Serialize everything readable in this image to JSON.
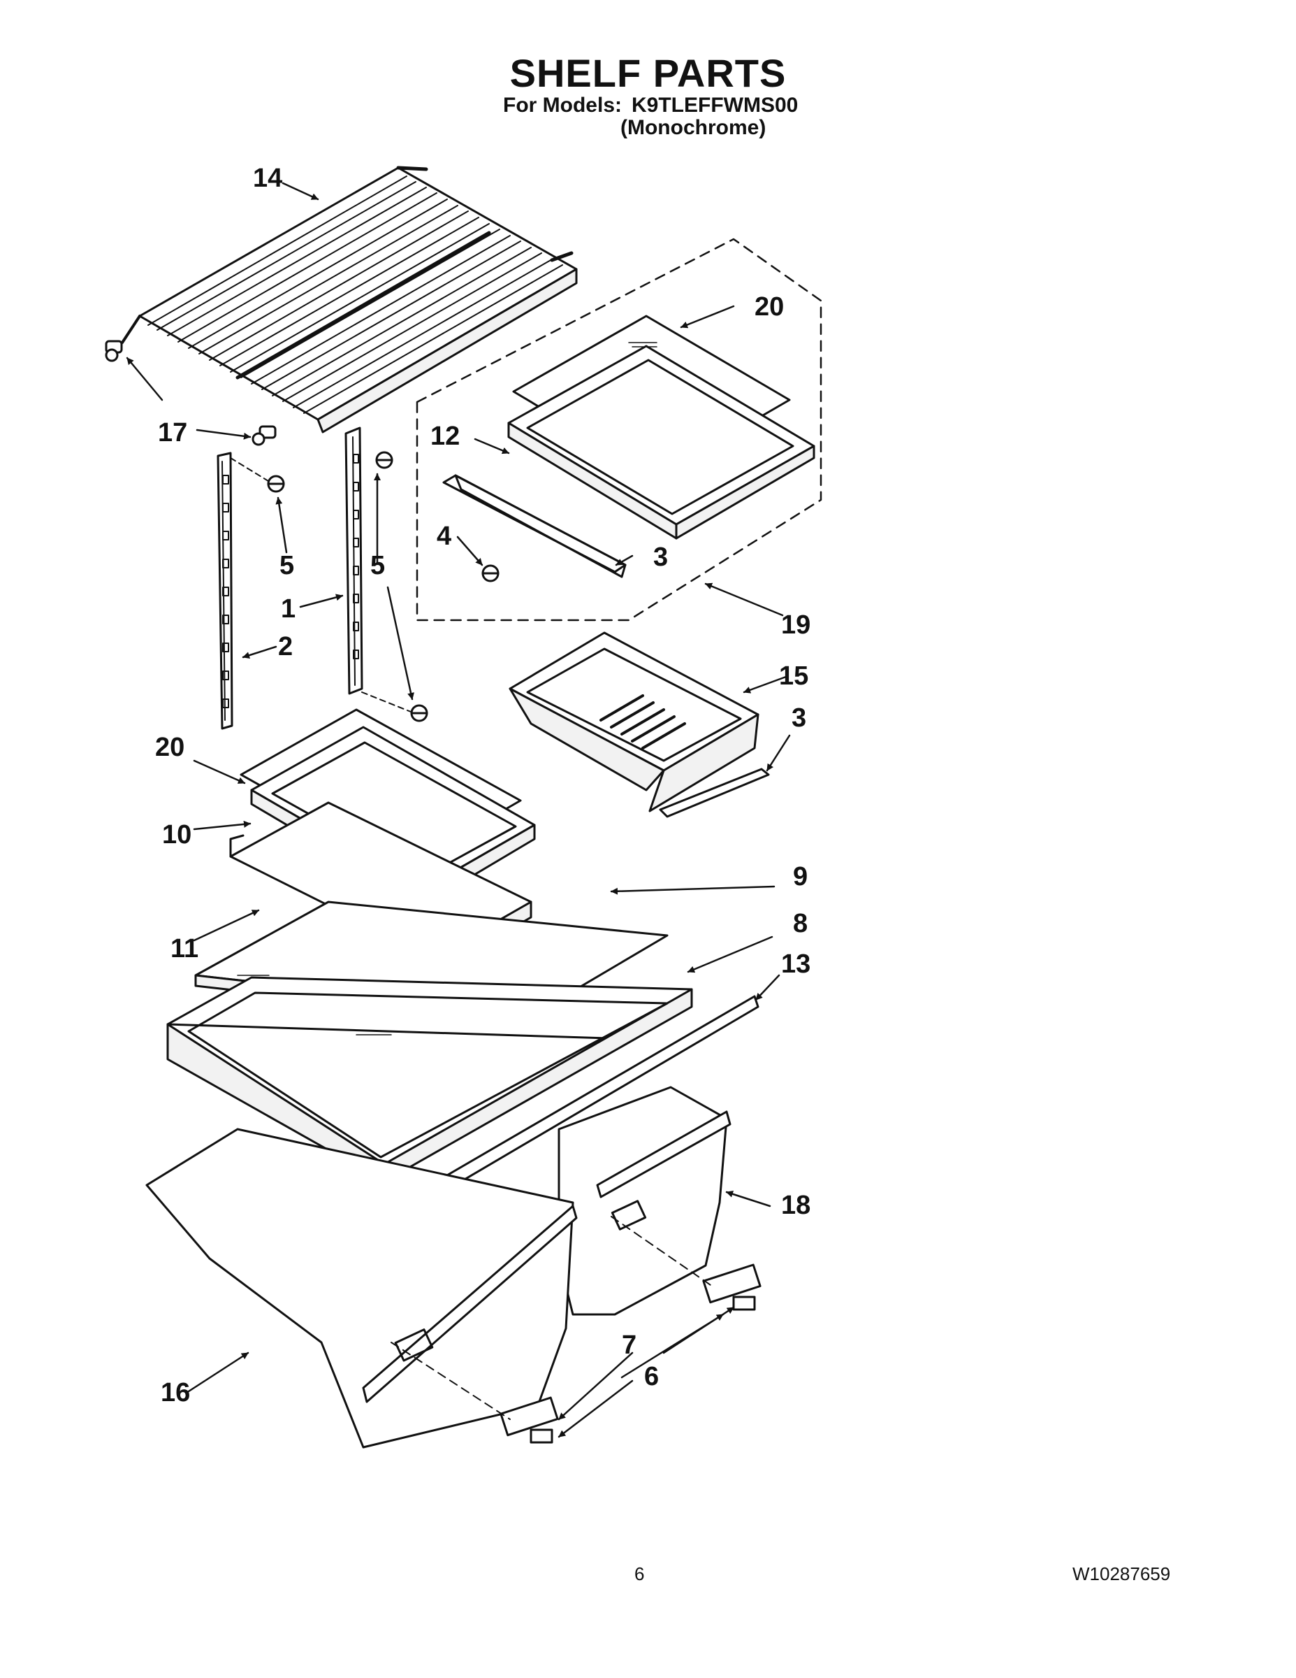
{
  "header": {
    "title": "SHELF PARTS",
    "models_label": "For Models:",
    "model_number": "K9TLEFFWMS00",
    "model_variant": "(Monochrome)"
  },
  "callouts": {
    "c14": "14",
    "c20a": "20",
    "c17": "17",
    "c12": "12",
    "c5a": "5",
    "c5b": "5",
    "c1": "1",
    "c2": "2",
    "c4": "4",
    "c3a": "3",
    "c19": "19",
    "c15": "15",
    "c3b": "3",
    "c20b": "20",
    "c10": "10",
    "c9": "9",
    "c11": "11",
    "c8": "8",
    "c13": "13",
    "c18": "18",
    "c7": "7",
    "c6": "6",
    "c16": "16"
  },
  "footer": {
    "page_number": "6",
    "doc_number": "W10287659"
  },
  "colors": {
    "ink": "#111111",
    "paper": "#ffffff",
    "fill_light": "#f2f2f2"
  }
}
